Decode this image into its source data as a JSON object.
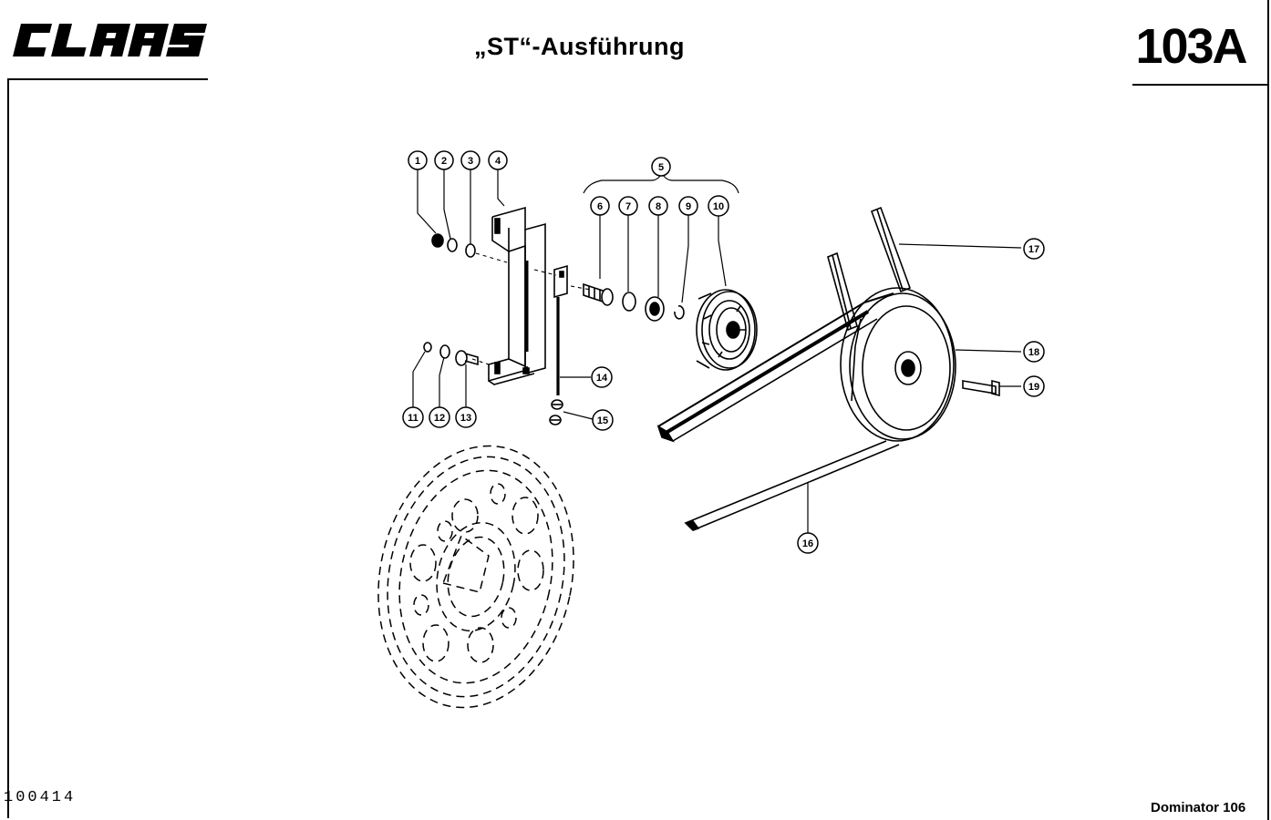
{
  "header": {
    "brand": "CLAAS",
    "title": "„ST“-Ausführung",
    "page_number": "103A"
  },
  "footer": {
    "document_id": "100414",
    "model": "Dominator 106"
  },
  "callouts": [
    "1",
    "2",
    "3",
    "4",
    "5",
    "6",
    "7",
    "8",
    "9",
    "10",
    "11",
    "12",
    "13",
    "14",
    "15",
    "16",
    "17",
    "18",
    "19"
  ],
  "icons": {
    "brand_logo": "claas-logo-icon"
  }
}
